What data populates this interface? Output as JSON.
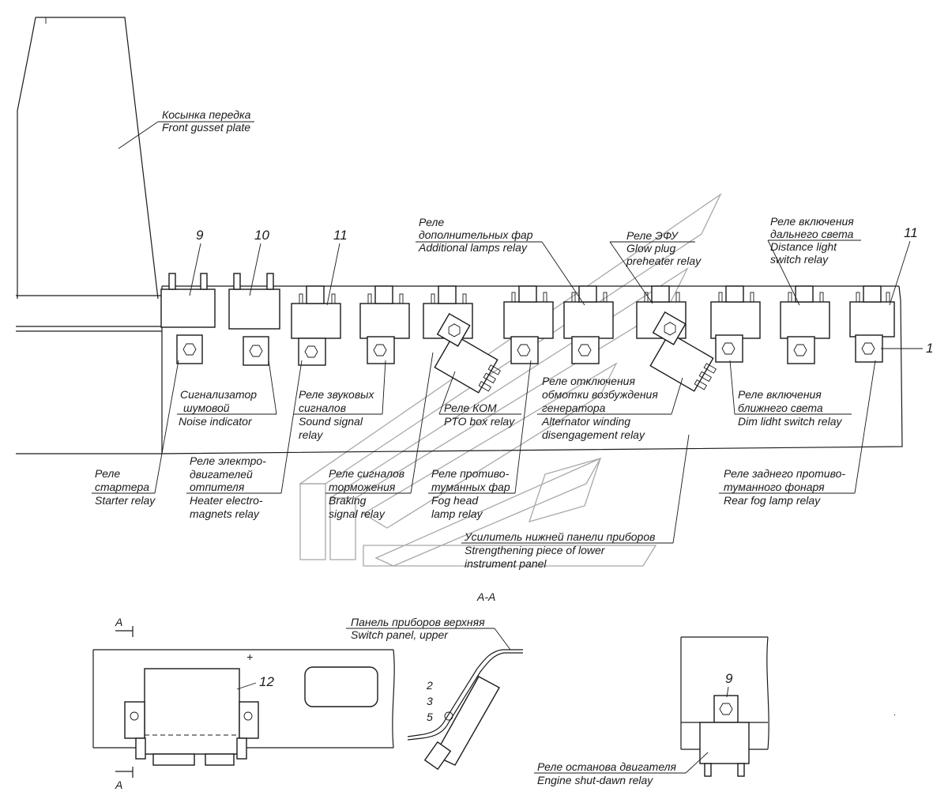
{
  "labels": {
    "gusset_ru": "Косынка передка",
    "gusset_en": "Front gusset plate",
    "add_lamps_ru1": "Реле",
    "add_lamps_ru2": "дополнительных фар",
    "add_lamps_en": "Additional lamps relay",
    "efu_ru": "Реле ЭФУ",
    "efu_en1": "Glow plug",
    "efu_en2": "preheater relay",
    "dist_ru1": "Реле включения",
    "dist_ru2": "дальнего света",
    "dist_en1": "Distance light",
    "dist_en2": "switch relay",
    "noise_ru1": "Сигнализатор",
    "noise_ru2": "шумовой",
    "noise_en": "Noise indicator",
    "sound_ru1": "Реле звуковых",
    "sound_ru2": "сигналов",
    "sound_en1": "Sound signal",
    "sound_en2": "relay",
    "pto_ru": "Реле КОМ",
    "pto_en": "PTO box relay",
    "alt_ru1": "Реле отключения",
    "alt_ru2": "обмотки возбуждения",
    "alt_ru3": "генератора",
    "alt_en1": "Alternator winding",
    "alt_en2": "disengagement relay",
    "dim_ru1": "Реле включения",
    "dim_ru2": "ближнего света",
    "dim_en": "Dim lidht switch relay",
    "starter_ru1": "Реле",
    "starter_ru2": "стартера",
    "starter_en": "Starter relay",
    "heater_ru1": "Реле электро-",
    "heater_ru2": "двигателей",
    "heater_ru3": "отпителя",
    "heater_en1": "Heater electro-",
    "heater_en2": "magnets relay",
    "braking_ru1": "Реле сигналов",
    "braking_ru2": "торможения",
    "braking_en1": "Braking",
    "braking_en2": "signal relay",
    "fog_ru1": "Реле противо-",
    "fog_ru2": "туманных фар",
    "fog_en1": "Fog head",
    "fog_en2": "lamp relay",
    "rearfog_ru1": "Реле заднего противо-",
    "rearfog_ru2": "туманного фонаря",
    "rearfog_en": "Rear fog lamp relay",
    "strength_ru": "Усилитель нижней панели приборов",
    "strength_en1": "Strengthening piece of lower",
    "strength_en2": "instrument panel",
    "section": "A-A",
    "section_mark_a": "A",
    "panel_ru": "Панель приборов верхняя",
    "panel_en": "Switch panel, upper",
    "engine_ru": "Реле останова двигателя",
    "engine_en": "Engine shut-dawn relay"
  },
  "callouts": {
    "n9": "9",
    "n10": "10",
    "n11a": "11",
    "n11b": "11",
    "n1": "1",
    "n12": "12",
    "n2": "2",
    "n3": "3",
    "n5": "5",
    "n9b": "9",
    "plus": "+"
  }
}
